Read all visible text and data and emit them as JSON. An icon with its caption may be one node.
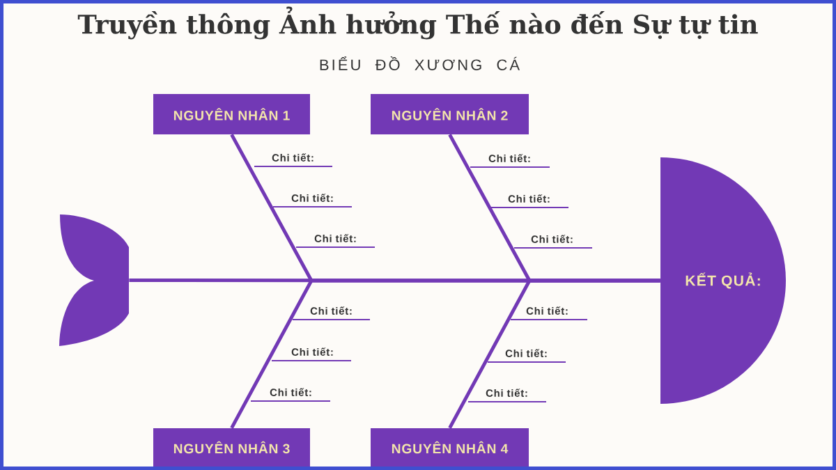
{
  "diagram": {
    "title": "Truyền thông Ảnh hưởng Thế nào đến Sự tự tin",
    "nodes": [
      {
        "text": [
          "NGUYÊN NHÂN 1"
        ]
      },
      {
        "text": [
          "NGUYÊN NHÂN 2"
        ]
      },
      {
        "text": [
          "NGUYÊN NHÂN 3"
        ]
      },
      {
        "text": [
          "NGUYÊN NHÂN 4"
        ]
      },
      {
        "text": [
          "KẾT QUẢ:"
        ]
      },
      {
        "text": [],
        "shape": "picture"
      }
    ],
    "edges": [
      {
        "from": 5,
        "to": 4,
        "arrow": "none"
      },
      {
        "from": 0,
        "to": 4,
        "arrow": "none"
      },
      {
        "from": 1,
        "to": 4,
        "arrow": "none"
      },
      {
        "from": 2,
        "to": 4,
        "arrow": "none"
      },
      {
        "from": 3,
        "to": 4,
        "arrow": "none"
      }
    ],
    "labels": [
      "BIỂU ĐỒ XƯƠNG CÁ",
      "Chi tiết:",
      "Chi tiết:",
      "Chi tiết:",
      "Chi tiết:",
      "Chi tiết:",
      "Chi tiết:",
      "Chi tiết:",
      "Chi tiết:",
      "Chi tiết:",
      "Chi tiết:",
      "Chi tiết:",
      "Chi tiết:"
    ]
  }
}
